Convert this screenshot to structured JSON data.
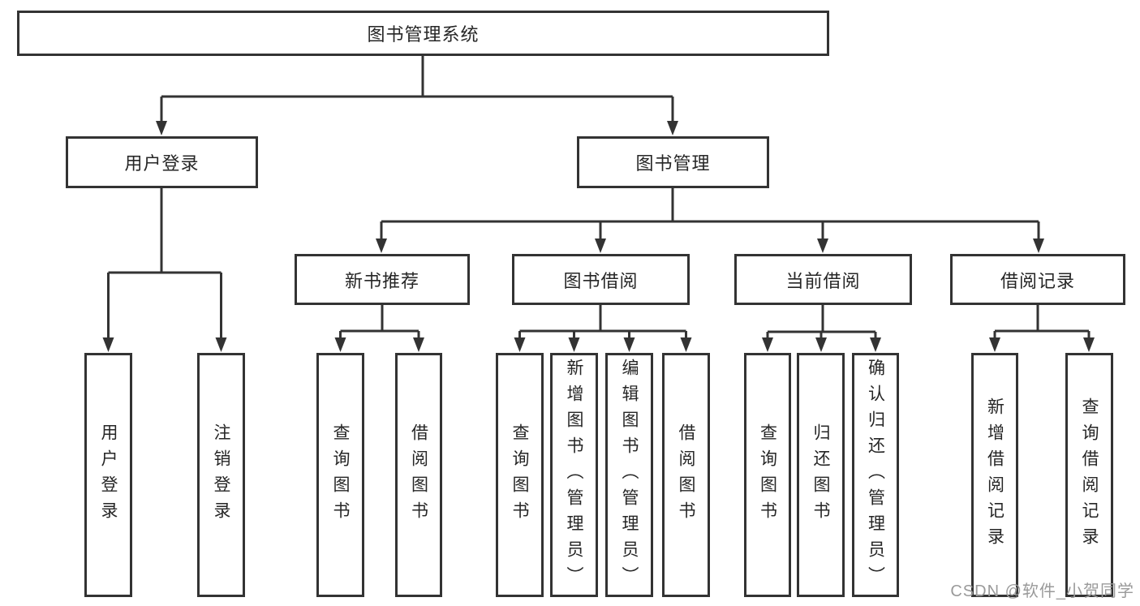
{
  "title": "图书管理系统",
  "colors": {
    "line": "#333333",
    "box_border": "#333333",
    "box_background": "#ffffff",
    "text": "#262626",
    "watermark": "#9a9a9a"
  },
  "nodes": {
    "root": {
      "label": "图书管理系统"
    },
    "user_login": {
      "label": "用户登录"
    },
    "book_mgmt": {
      "label": "图书管理"
    },
    "new_book_rec": {
      "label": "新书推荐"
    },
    "book_borrow": {
      "label": "图书借阅"
    },
    "current_borrow": {
      "label": "当前借阅"
    },
    "borrow_record": {
      "label": "借阅记录"
    },
    "leaf_user_login": {
      "label": "用户登录"
    },
    "leaf_logout": {
      "label": "注销登录"
    },
    "leaf_query_book_1": {
      "label": "查询图书"
    },
    "leaf_borrow_book_1": {
      "label": "借阅图书"
    },
    "leaf_query_book_2": {
      "label": "查询图书"
    },
    "leaf_add_book": {
      "label": "新增图书（管理员）"
    },
    "leaf_edit_book": {
      "label": "编辑图书（管理员）"
    },
    "leaf_borrow_book_2": {
      "label": "借阅图书"
    },
    "leaf_query_book_3": {
      "label": "查询图书"
    },
    "leaf_return_book": {
      "label": "归还图书"
    },
    "leaf_confirm_return": {
      "label": "确认归还（管理员）"
    },
    "leaf_add_record": {
      "label": "新增借阅记录"
    },
    "leaf_query_record": {
      "label": "查询借阅记录"
    }
  },
  "hierarchy": {
    "root": [
      "user_login",
      "book_mgmt"
    ],
    "user_login": [
      "leaf_user_login",
      "leaf_logout"
    ],
    "book_mgmt": [
      "new_book_rec",
      "book_borrow",
      "current_borrow",
      "borrow_record"
    ],
    "new_book_rec": [
      "leaf_query_book_1",
      "leaf_borrow_book_1"
    ],
    "book_borrow": [
      "leaf_query_book_2",
      "leaf_add_book",
      "leaf_edit_book",
      "leaf_borrow_book_2"
    ],
    "current_borrow": [
      "leaf_query_book_3",
      "leaf_return_book",
      "leaf_confirm_return"
    ],
    "borrow_record": [
      "leaf_add_record",
      "leaf_query_record"
    ]
  },
  "watermark": {
    "text": "CSDN @软件_小贺同学"
  }
}
